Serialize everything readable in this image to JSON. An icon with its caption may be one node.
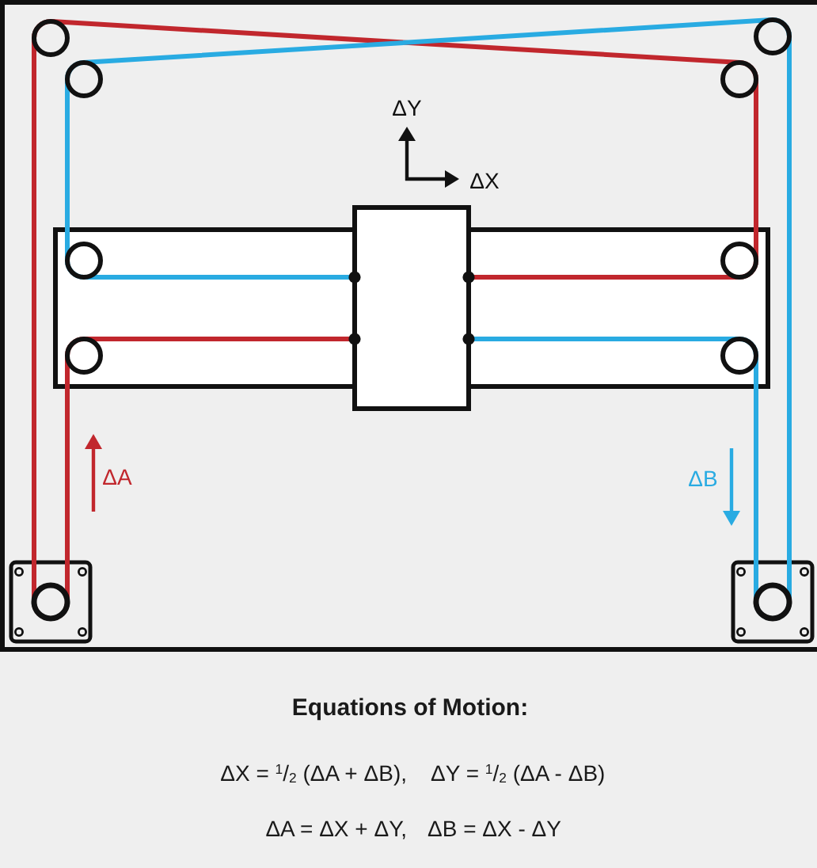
{
  "diagram": {
    "title": "Equations of Motion:",
    "labels": [
      "ΔY",
      "ΔX",
      "ΔA",
      "ΔB",
      "ΔX = $^{1}$/$_{2}$ (ΔA + ΔB),",
      "ΔY = $^{1}$/$_{2}$ (ΔA - ΔB)",
      "ΔA = ΔX + ΔY,",
      "ΔB = ΔX - ΔY"
    ]
  }
}
